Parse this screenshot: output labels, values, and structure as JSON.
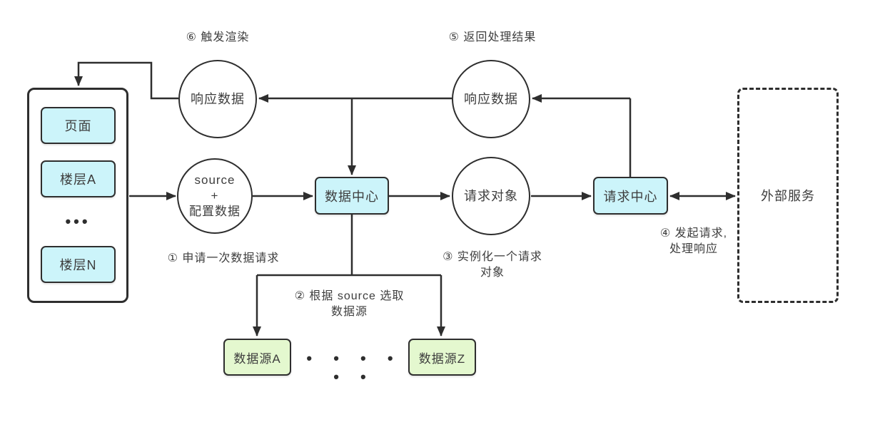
{
  "diagram": {
    "title_hint": "data-flow architecture diagram",
    "colors": {
      "line": "#2e2e2e",
      "cyan_fill": "#ccf4fa",
      "green_fill": "#e4f8cf",
      "text": "#3d3d3d",
      "background": "#ffffff"
    },
    "frame": {
      "items": [
        {
          "label": "页面"
        },
        {
          "label": "楼层A"
        },
        {
          "label": "楼层N"
        }
      ],
      "ellipsis": "•••"
    },
    "circles": {
      "response_left": "响应数据",
      "response_right": "响应数据",
      "source_line1": "source",
      "source_line2": "+",
      "source_line3": "配置数据",
      "request_object": "请求对象"
    },
    "boxes": {
      "data_center": "数据中心",
      "request_center": "请求中心",
      "external_service": "外部服务",
      "datasource_a": "数据源A",
      "datasource_z": "数据源Z"
    },
    "bottom_ellipsis": "• • • • • •",
    "steps": {
      "step1": "① 申请一次数据请求",
      "step2_line1": "② 根据 source 选取",
      "step2_line2": "数据源",
      "step3_line1": "③ 实例化一个请求",
      "step3_line2": "对象",
      "step4_line1": "④ 发起请求,",
      "step4_line2": "处理响应",
      "step5": "⑤ 返回处理结果",
      "step6": "⑥ 触发渲染"
    }
  }
}
